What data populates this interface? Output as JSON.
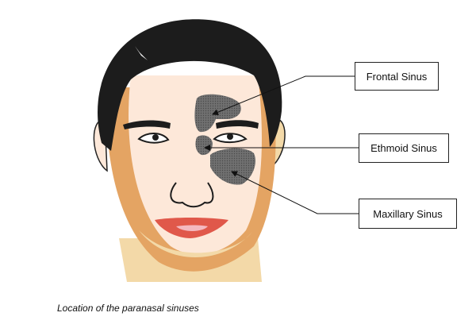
{
  "labels": {
    "frontal": "Frontal Sinus",
    "ethmoid": "Ethmoid Sinus",
    "maxillary": "Maxillary Sinus"
  },
  "caption": "Location of the paranasal sinuses",
  "colors": {
    "hair": "#1c1c1c",
    "skin_light": "#fde8d9",
    "skin_mid": "#f3d9a8",
    "skin_shadow": "#e4a463",
    "sinus": "#6e6e6e",
    "lips": "#e0584a"
  }
}
